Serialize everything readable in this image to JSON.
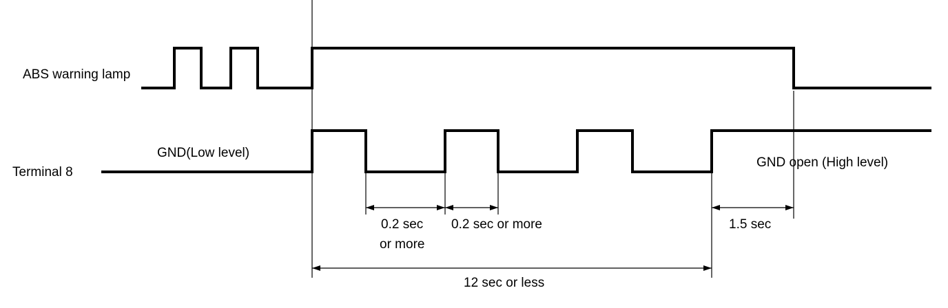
{
  "signals": {
    "abs_lamp": {
      "label": "ABS warning lamp"
    },
    "terminal8": {
      "label": "Terminal 8"
    }
  },
  "states": {
    "low": "GND(Low level)",
    "high": "GND open (High level)"
  },
  "dimensions": {
    "d1_line1": "0.2 sec",
    "d1_line2": "or more",
    "d2": "0.2 sec or more",
    "d3": "1.5 sec",
    "d4": "12 sec or less"
  }
}
